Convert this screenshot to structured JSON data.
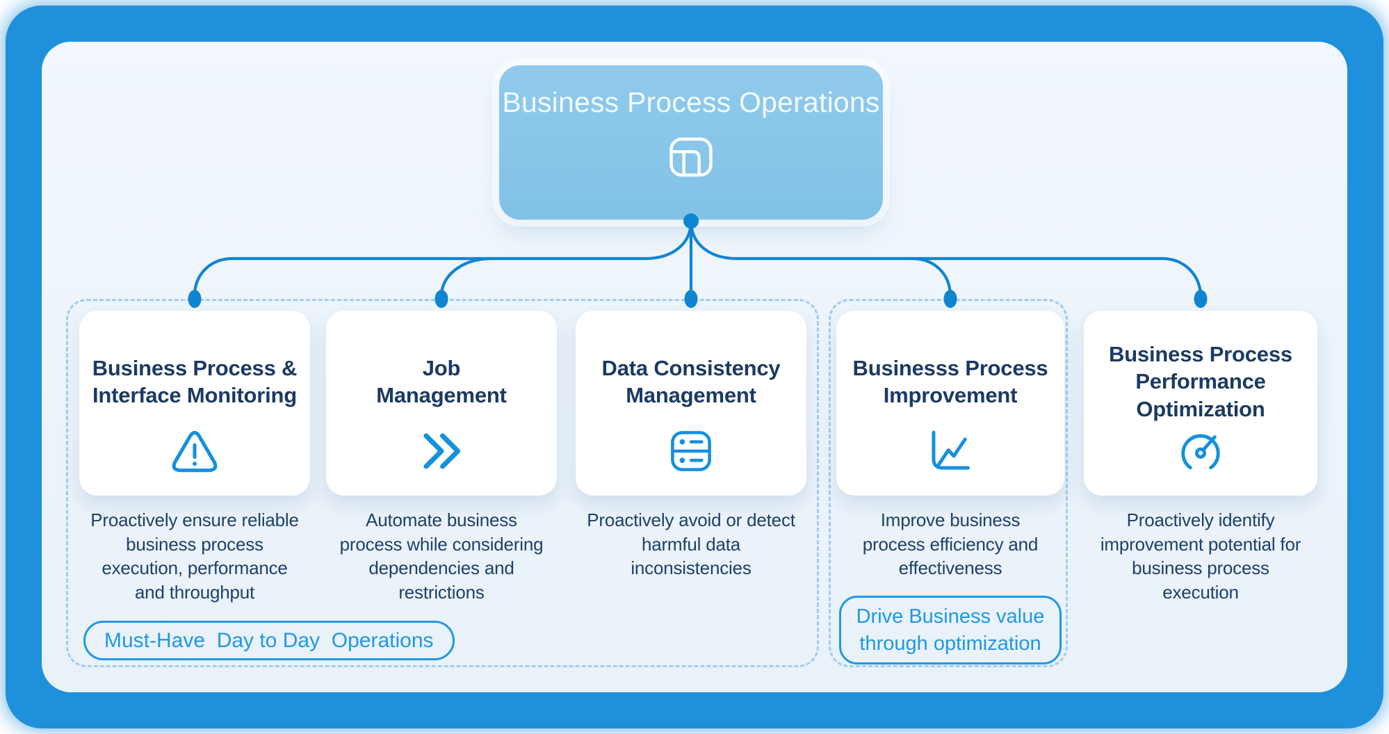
{
  "root_node": {
    "title": "Business Process Operations",
    "icon": "layout-panels-icon"
  },
  "cards": [
    {
      "title_lines": [
        "Business Process &",
        "Interface Monitoring"
      ],
      "icon": "alert-triangle-icon",
      "description_lines": [
        "Proactively ensure reliable",
        "business process",
        "execution, performance",
        "and throughput"
      ]
    },
    {
      "title_lines": [
        "Job",
        "Management"
      ],
      "icon": "double-chevron-right-icon",
      "description_lines": [
        "Automate business",
        "process while considering",
        "dependencies and",
        "restrictions"
      ]
    },
    {
      "title_lines": [
        "Data Consistency",
        "Management"
      ],
      "icon": "database-server-icon",
      "description_lines": [
        "Proactively avoid or detect",
        "harmful data",
        "inconsistencies"
      ]
    },
    {
      "title_lines": [
        "Businesss Process",
        "Improvement"
      ],
      "icon": "trend-chart-icon",
      "description_lines": [
        "Improve business",
        "process efficiency and",
        "effectiveness"
      ]
    },
    {
      "title_lines": [
        "Business Process",
        "Performance",
        "Optimization"
      ],
      "icon": "gauge-icon",
      "description_lines": [
        "Proactively identify",
        "improvement potential for",
        "business process",
        "execution"
      ]
    }
  ],
  "badges": {
    "must_have": "Must-Have  Day to Day  Operations",
    "drive_value_lines": [
      "Drive Business value",
      "through optimization"
    ]
  },
  "colors": {
    "frame": "#1E90DC",
    "panel_top": "#F1F7FC",
    "panel_bottom": "#E9F1F9",
    "root_fill_top": "#90CAEC",
    "root_fill_bottom": "#82C2E7",
    "connector": "#0F85D0",
    "icon": "#1590DE",
    "title_text": "#1B3A63",
    "desc_text": "#1E4068",
    "badge": "#1F98E4",
    "dashed": "#9DCEF0"
  }
}
